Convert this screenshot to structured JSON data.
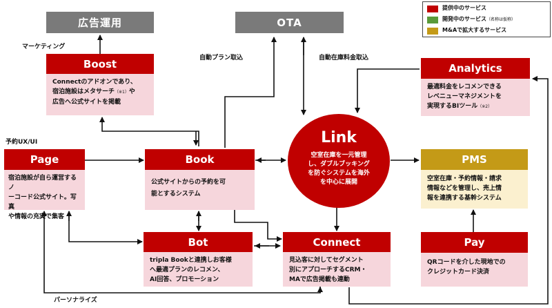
{
  "legend": {
    "items": [
      {
        "label": "提供中のサービス",
        "note": "",
        "color": "#c00000"
      },
      {
        "label": "開発中のサービス",
        "note": "（名称は仮称）",
        "color": "#5a9a3a"
      },
      {
        "label": "M&Aで拡大するサービス",
        "note": "",
        "color": "#c49a17"
      }
    ]
  },
  "boxes": {
    "ad_ops": {
      "title": "広告運用"
    },
    "ota": {
      "title": "OTA"
    },
    "boost": {
      "title": "Boost",
      "desc_1": "Connectのアドオンであり、",
      "desc_2": "宿泊施設はメタサーチ",
      "desc_2_note": "（※1）",
      "desc_2_tail": "や",
      "desc_3": "広告へ公式サイトを掲載"
    },
    "analytics": {
      "title": "Analytics",
      "desc_1": "最適料金をレコメンできる",
      "desc_2": "レベニューマネジメントを",
      "desc_3": "実現するBIツール",
      "desc_3_note": "（※2）"
    },
    "page": {
      "title": "Page",
      "desc_1": "宿泊施設が自ら運営するノ",
      "desc_2": "ーコード公式サイト。写真",
      "desc_3": "や情報の充実で集客"
    },
    "book": {
      "title": "Book",
      "desc_1": "公式サイトからの予約を可",
      "desc_2": "能とするシステム"
    },
    "link": {
      "title": "Link",
      "desc_1": "空室在庫を一元管理",
      "desc_2": "し、ダブルブッキング",
      "desc_3": "を防ぐシステムを海外",
      "desc_4": "を中心に展開"
    },
    "pms": {
      "title": "PMS",
      "desc_1": "空室在庫・予約情報・請求",
      "desc_2": "情報などを管理し、売上情",
      "desc_3": "報を連携する基幹システム"
    },
    "bot": {
      "title": "Bot",
      "desc_1": "tripla  Bookと連携しお客様",
      "desc_2": "へ最適プランのレコメン、",
      "desc_3": "AI回答、プロモーション"
    },
    "connect": {
      "title": "Connect",
      "desc_1": "見込客に対してセグメント",
      "desc_2": "別にアプローチするCRM・",
      "desc_3": "MAで広告掲載も連動"
    },
    "pay": {
      "title": "Pay",
      "desc_1": "QRコードを介した現地での",
      "desc_2": "クレジットカード決済"
    }
  },
  "labels": {
    "marketing": "マーケティング",
    "auto_plan": "自動プラン取込",
    "auto_inventory": "自動在庫料金取込",
    "booking_ux": "予約UX/UI",
    "personalize": "パーソナライズ"
  },
  "colors": {
    "red": "#c00000",
    "gray": "#7a7a7a",
    "olive": "#c49a17",
    "pink": "#f6d6dc",
    "cream": "#fbf0cf",
    "green": "#5a9a3a"
  }
}
